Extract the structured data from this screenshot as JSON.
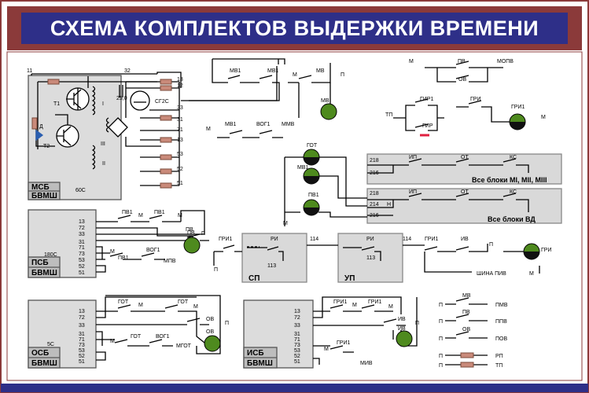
{
  "title": "СХЕМА КОМПЛЕКТОВ ВЫДЕРЖКИ ВРЕМЕНИ",
  "colors": {
    "title_bg": "#2e2f88",
    "title_border": "#8b3a3a",
    "lamp_green": "#4e8a1e",
    "lamp_black": "#111111",
    "resistor": "#c98a7a",
    "block_fill": "#d9d9d9",
    "diode": "#2b5fb0"
  },
  "msb": {
    "name": "МСБ",
    "sub": "БВМШ",
    "type": "60С",
    "pins": {
      "p11": "11",
      "p32": "32",
      "p13": "13",
      "p12": "12",
      "p33": "33",
      "p31": "31",
      "p71": "71",
      "p13b": "13",
      "p53": "53",
      "p52": "52",
      "p51": "51"
    },
    "labels": {
      "t1": "Т1",
      "t2": "Т2",
      "d": "Д",
      "w1": "I",
      "w2": "II",
      "w3": "III",
      "c": "25,0",
      "sg": "СГ2С"
    }
  },
  "psb": {
    "name": "ПСБ",
    "sub": "БВМШ",
    "type": "180С",
    "pins": [
      "13",
      "72",
      "33",
      "31",
      "71",
      "73",
      "53",
      "52",
      "51"
    ]
  },
  "osb": {
    "name": "ОСБ",
    "sub": "БВМШ",
    "type": "5С",
    "pins": [
      "13",
      "72",
      "33",
      "31",
      "71",
      "73",
      "53",
      "52",
      "51"
    ]
  },
  "isb": {
    "name": "ИСБ",
    "sub": "БВМШ",
    "pins": [
      "13",
      "72",
      "33",
      "31",
      "71",
      "73",
      "53",
      "52",
      "51"
    ]
  },
  "contacts": {
    "mv1": "МВ1",
    "mv1b": "МВ1",
    "m": "М",
    "mv": "МВ",
    "p": "П",
    "mv_lamp": "МВ",
    "mmv": "ММВ",
    "vog1": "ВОГ1",
    "pv1": "ПВ1",
    "pv": "ПВ",
    "mpv": "МПВ",
    "got": "ГОТ",
    "ov": "ОВ",
    "mgot": "МГОТ",
    "gri1": "ГРИ1",
    "iv": "ИВ",
    "miv": "МИВ",
    "mopv": "МОПВ",
    "gir1": "ГИР1",
    "gir": "ГИР",
    "gri": "ГРИ",
    "tp": "ТП",
    "got_lamp": "ГОТ",
    "mv1_lamp": "МВ1",
    "pv1_lamp": "ПВ1",
    "ip": "ИП",
    "ot": "ОТ",
    "ks": "КС",
    "n": "Н",
    "ri": "РИ",
    "w114": "114",
    "w113": "113",
    "sp": "СП",
    "up": "УП",
    "shina": "ШИНА ПИВ",
    "gri_lamp": "ГРИ"
  },
  "blocks": {
    "all_mi": "Все блоки МI, МII, МIII",
    "all_vd": "Все блоки ВД",
    "w218": "218",
    "w216": "216",
    "w214": "214"
  },
  "legend": [
    {
      "left": "П",
      "contact": "МВ",
      "right": "ПМВ"
    },
    {
      "left": "П",
      "contact": "ПВ",
      "right": "ППВ"
    },
    {
      "left": "П",
      "contact": "ОВ",
      "right": "ПОВ"
    },
    {
      "left": "П",
      "contact": "",
      "right": "РП"
    },
    {
      "left": "П",
      "contact": "",
      "right": "ТП"
    }
  ]
}
